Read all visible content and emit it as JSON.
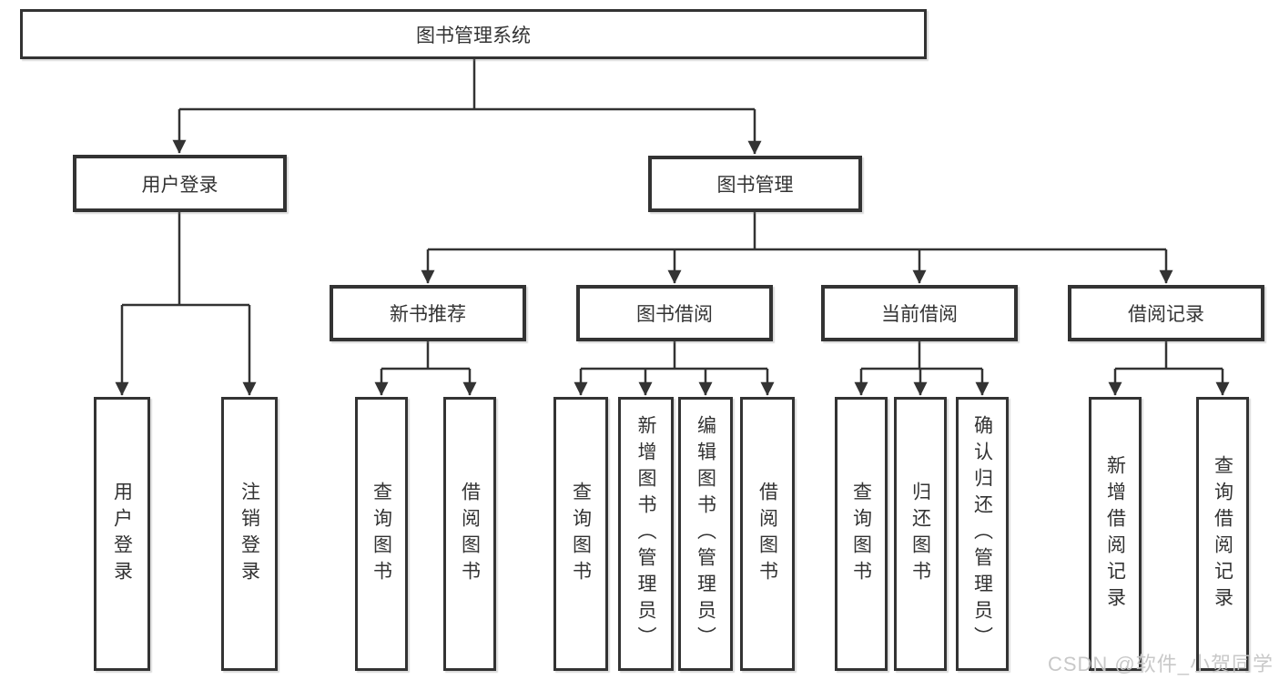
{
  "diagram_type": "hierarchy-tree",
  "tree": {
    "label": "图书管理系统",
    "children": [
      {
        "label": "用户登录",
        "children": [
          {
            "label": "用户登录"
          },
          {
            "label": "注销登录"
          }
        ]
      },
      {
        "label": "图书管理",
        "children": [
          {
            "label": "新书推荐",
            "children": [
              {
                "label": "查询图书"
              },
              {
                "label": "借阅图书"
              }
            ]
          },
          {
            "label": "图书借阅",
            "children": [
              {
                "label": "查询图书"
              },
              {
                "label": "新增图书（管理员）"
              },
              {
                "label": "编辑图书（管理员）"
              },
              {
                "label": "借阅图书"
              }
            ]
          },
          {
            "label": "当前借阅",
            "children": [
              {
                "label": "查询图书"
              },
              {
                "label": "归还图书"
              },
              {
                "label": "确认归还（管理员）"
              }
            ]
          },
          {
            "label": "借阅记录",
            "children": [
              {
                "label": "新增借阅记录"
              },
              {
                "label": "查询借阅记录"
              }
            ]
          }
        ]
      }
    ]
  },
  "watermark": {
    "text": "CSDN @软件_小贺同学"
  },
  "colors": {
    "line": "#333333",
    "text": "#333333",
    "box_border": "#333333",
    "background": "#ffffff",
    "watermark": "#c6c6c6"
  }
}
